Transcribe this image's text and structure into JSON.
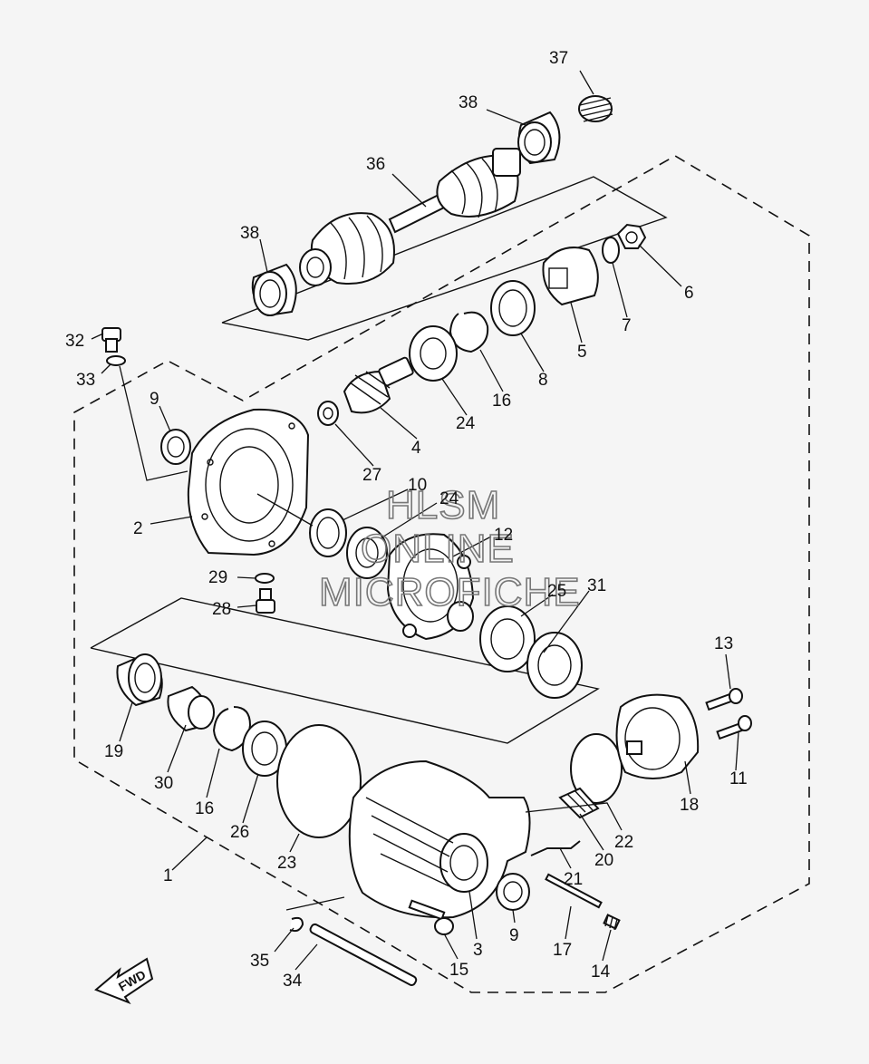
{
  "callouts": [
    "37",
    "38",
    "36",
    "38",
    "6",
    "7",
    "5",
    "8",
    "16",
    "24",
    "4",
    "27",
    "9",
    "32",
    "33",
    "2",
    "10",
    "24",
    "12",
    "25",
    "31",
    "29",
    "28",
    "13",
    "11",
    "18",
    "19",
    "30",
    "16",
    "26",
    "23",
    "22",
    "20",
    "21",
    "1",
    "9",
    "3",
    "17",
    "14",
    "15",
    "35",
    "34"
  ],
  "watermark": {
    "line1": "HLSM",
    "line2": "ONLINE",
    "line3": "MICROFICHE"
  },
  "direction_label": "FWD"
}
